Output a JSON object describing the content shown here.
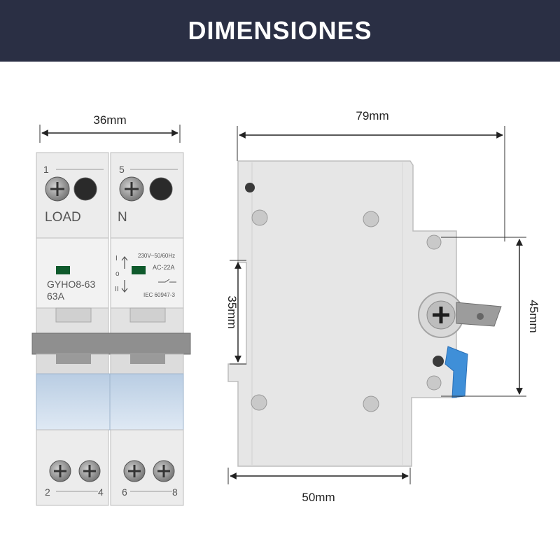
{
  "banner": {
    "title": "DIMENSIONES",
    "background": "#2a2f44"
  },
  "dimensions": {
    "front_width": "36mm",
    "side_depth": "79mm",
    "rail_height": "35mm",
    "front_height": "45mm",
    "base_depth": "50mm"
  },
  "front_labels": {
    "terminal_1": "1",
    "terminal_5": "5",
    "load": "LOAD",
    "neutral": "N",
    "model": "GYHO8-63",
    "rating": "63A",
    "voltage": "230V~50/60Hz",
    "category": "AC-22A",
    "standard": "IEC 60947-3",
    "pos_1": "I",
    "pos_0": "o",
    "pos_2": "II",
    "terminal_2": "2",
    "terminal_4": "4",
    "terminal_6": "6",
    "terminal_8": "8"
  },
  "colors": {
    "cover": "#c8d8ea",
    "clip": "#3f8fd8",
    "body": "#e8e8e8"
  }
}
